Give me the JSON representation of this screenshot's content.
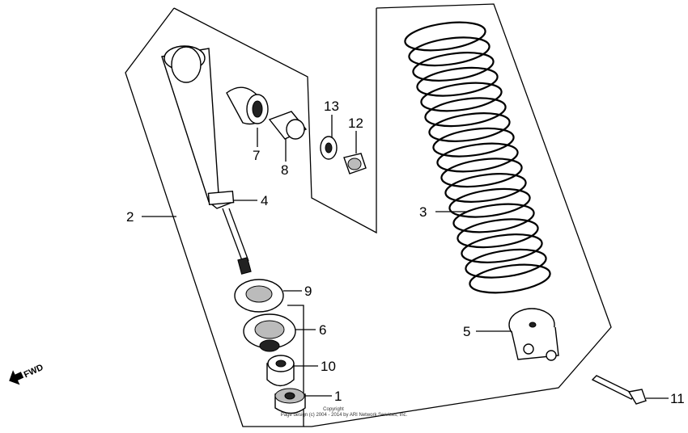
{
  "callouts": {
    "p1": "1",
    "p2": "2",
    "p3": "3",
    "p4": "4",
    "p5": "5",
    "p6": "6",
    "p7": "7",
    "p8": "8",
    "p9": "9",
    "p10": "10",
    "p11": "11",
    "p12": "12",
    "p13": "13"
  },
  "fwd_label": "FWD",
  "copyright": {
    "line1": "Copyright",
    "line2": "Page design (c) 2004 - 2014 by ARI Network Services, Inc."
  }
}
